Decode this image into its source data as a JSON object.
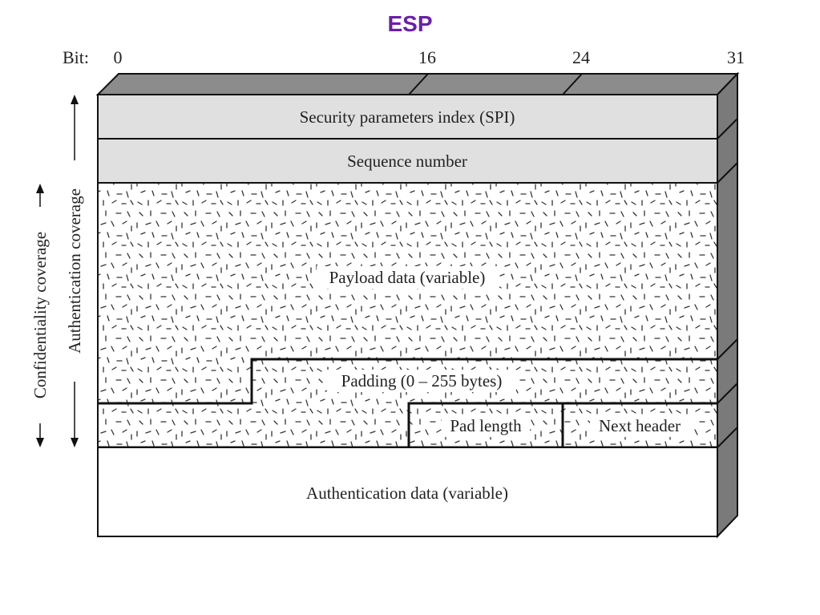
{
  "title": "ESP",
  "bit_ruler": {
    "label": "Bit:",
    "ticks": [
      "0",
      "16",
      "24",
      "31"
    ]
  },
  "fields": {
    "spi": "Security parameters index (SPI)",
    "sequence": "Sequence number",
    "payload": "Payload data (variable)",
    "padding": "Padding (0 – 255 bytes)",
    "pad_length": "Pad length",
    "next_header": "Next header",
    "auth_data": "Authentication data (variable)"
  },
  "coverage": {
    "confidentiality": "Confidentiality coverage",
    "authentication": "Authentication coverage"
  },
  "colors": {
    "title": "#6b1fa8",
    "header_fill": "#e0e0e0",
    "side_fill": "#7a7a7a",
    "top_fill": "#8c8c8c",
    "stroke": "#111111"
  }
}
